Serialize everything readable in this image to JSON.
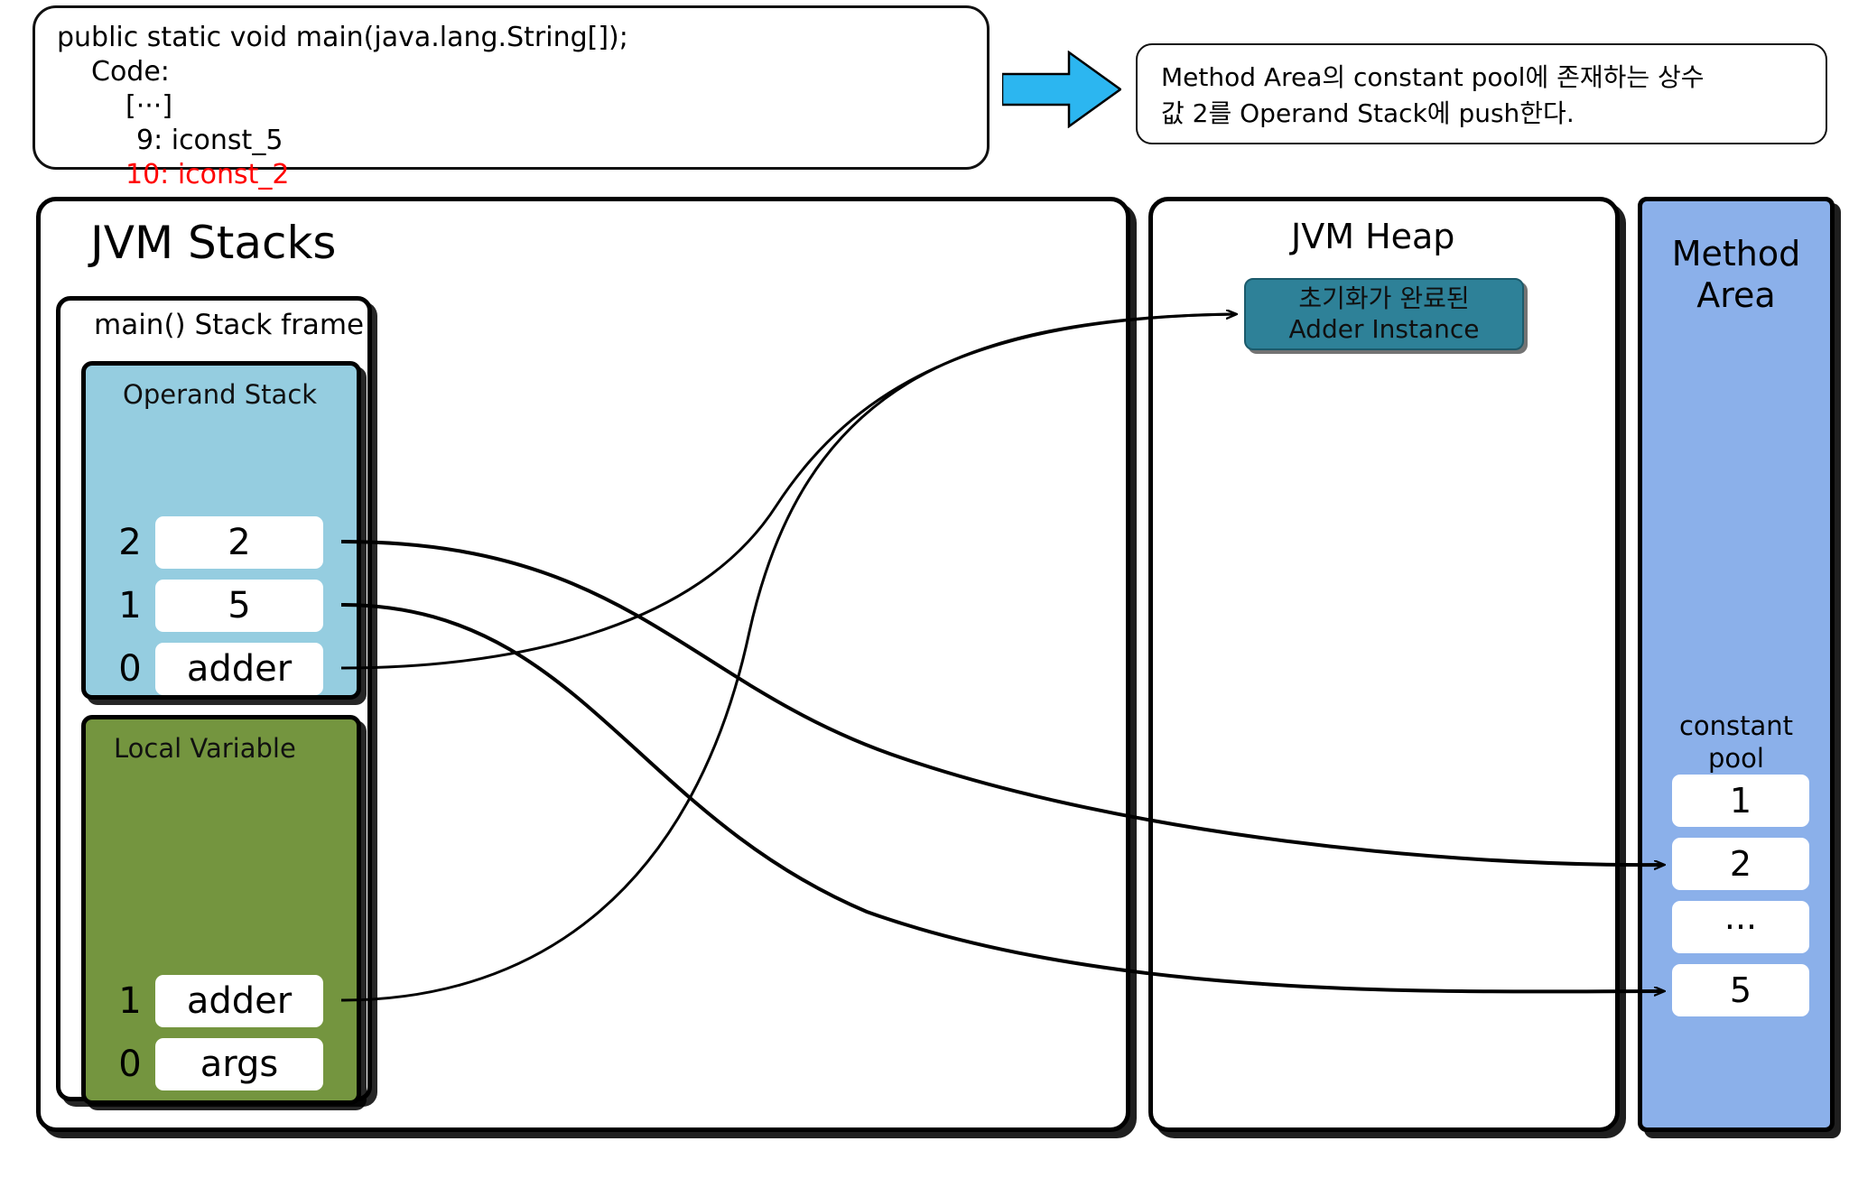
{
  "code_box": {
    "lines": [
      "public static void main(java.lang.String[]);",
      "Code:",
      "[···]",
      "9: iconst_5",
      "10: iconst_2"
    ],
    "highlight_color": "#ff0000"
  },
  "note": {
    "line1": "Method Area의 constant pool에 존재하는 상수",
    "line2": "값 2를 Operand Stack에 push한다."
  },
  "arrow": {
    "color": "#2cb6f0"
  },
  "panels": {
    "jvm_stacks": {
      "title": "JVM Stacks",
      "frame_title": "main() Stack frame",
      "operand_stack": {
        "label": "Operand Stack",
        "color": "#95cde0",
        "slots": [
          {
            "index": "2",
            "value": "2"
          },
          {
            "index": "1",
            "value": "5"
          },
          {
            "index": "0",
            "value": "adder"
          }
        ]
      },
      "local_variable": {
        "label": "Local Variable",
        "color": "#74953f",
        "slots": [
          {
            "index": "1",
            "value": "adder"
          },
          {
            "index": "0",
            "value": "args"
          }
        ]
      }
    },
    "jvm_heap": {
      "title": "JVM Heap",
      "object": {
        "line1": "초기화가 완료된",
        "line2": "Adder Instance",
        "color": "#2e8198"
      }
    },
    "method_area": {
      "title_line1": "Method",
      "title_line2": "Area",
      "color": "#8bb0ea",
      "constant_pool": {
        "label_line1": "constant",
        "label_line2": "pool",
        "slots": [
          {
            "value": "1"
          },
          {
            "value": "2"
          },
          {
            "value": "···"
          },
          {
            "value": "5"
          }
        ]
      }
    }
  }
}
